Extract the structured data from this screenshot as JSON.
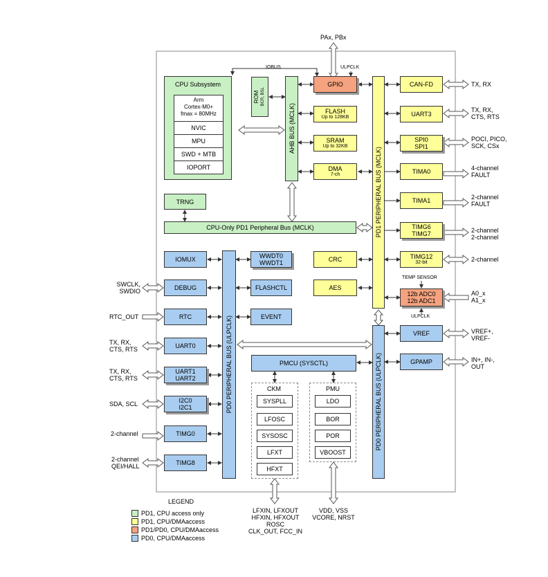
{
  "top_pins": "PAx, PBx",
  "iobus": "IOBUS",
  "ulpclk_top": "ULPCLK",
  "ulpclk_adc": "ULPCLK",
  "temp_sensor": "TEMP SENSOR",
  "cpu": {
    "title": "CPU Subsystem",
    "core_l1": "Arm",
    "core_l2": "Cortex-M0+",
    "core_l3": "fmax = 80MHz",
    "items": [
      "NVIC",
      "MPU",
      "SWD + MTB",
      "IOPORT"
    ]
  },
  "rom": {
    "title": "ROM",
    "sub": "BCR, BSL"
  },
  "ahb_bus": "AHB BUS (MCLK)",
  "pd1_bus": "PD1 PERIPHERAL BUS (MCLK)",
  "pd0_bus_left": "PD0 PERIPHERAL BUS (ULPCLK)",
  "pd0_bus_right": "PD0 PERIPHERAL BUS (ULPCLK)",
  "cpu_only_bus": "CPU-Only PD1 Peripheral Bus (MCLK)",
  "trng": "TRNG",
  "mid": {
    "gpio": "GPIO",
    "flash": "FLASH",
    "flash_sub": "Up to 128KB",
    "sram": "SRAM",
    "sram_sub": "Up to 32KB",
    "dma": "DMA",
    "dma_sub": "7-ch",
    "crc": "CRC",
    "aes": "AES",
    "wwdt": "WWDT0\nWWDT1",
    "flashctl": "FLASHCTL",
    "event": "EVENT",
    "pmcu": "PMCU (SYSCTL)"
  },
  "right_pd1": [
    {
      "name": "CAN-FD",
      "ext": "TX, RX"
    },
    {
      "name": "UART3",
      "ext": "TX, RX,\nCTS, RTS"
    },
    {
      "name": "SPI0\nSPI1",
      "ext": "POCI, PICO,\nSCK, CSx"
    },
    {
      "name": "TIMA0",
      "ext": "4-channel\nFAULT"
    },
    {
      "name": "TIMA1",
      "ext": "2-channel\nFAULT"
    },
    {
      "name": "TIMG6\nTIMG7",
      "ext": "2-channel\n2-channel"
    },
    {
      "name": "TIMG12",
      "sub": "32-bit",
      "ext": "2-channel"
    }
  ],
  "adc": {
    "name": "12b ADC0\n12b ADC1",
    "ext": "A0_x\nA1_x"
  },
  "right_pd0": [
    {
      "name": "VREF",
      "ext": "VREF+,\nVREF-"
    },
    {
      "name": "GPAMP",
      "ext": "IN+, IN-,\nOUT"
    }
  ],
  "left_pd0": [
    {
      "name": "IOMUX",
      "ext": ""
    },
    {
      "name": "DEBUG",
      "ext": "SWCLK,\nSWDIO"
    },
    {
      "name": "RTC",
      "ext": "RTC_OUT"
    },
    {
      "name": "UART0",
      "ext": "TX, RX,\nCTS, RTS"
    },
    {
      "name": "UART1\nUART2",
      "ext": "TX, RX,\nCTS, RTS"
    },
    {
      "name": "I2C0\nI2C1",
      "ext": "SDA, SCL"
    },
    {
      "name": "TIMG0",
      "ext": "2-channel"
    },
    {
      "name": "TIMG8",
      "ext": "2-channel\nQEI/HALL"
    }
  ],
  "ckm": {
    "title": "CKM",
    "items": [
      "SYSPLL",
      "LFOSC",
      "SYSOSC",
      "LFXT",
      "HFXT"
    ]
  },
  "pmu": {
    "title": "PMU",
    "items": [
      "LDO",
      "BOR",
      "POR",
      "VBOOST"
    ]
  },
  "bottom_ckm": "LFXIN, LFXOUT\nHFXIN, HFXOUT\nROSC\nCLK_OUT, FCC_IN",
  "bottom_pmu": "VDD, VSS\nVCORE, NRST",
  "legend": {
    "title": "LEGEND",
    "items": [
      {
        "label": "PD1, CPU access only",
        "color": "#c9f0c4"
      },
      {
        "label": "PD1, CPU/DMAaccess",
        "color": "#ffff99"
      },
      {
        "label": "PD1/PD0, CPU/DMAaccess",
        "color": "#f4a27f"
      },
      {
        "label": "PD0, CPU/DMAaccess",
        "color": "#a9cdf0"
      }
    ]
  }
}
